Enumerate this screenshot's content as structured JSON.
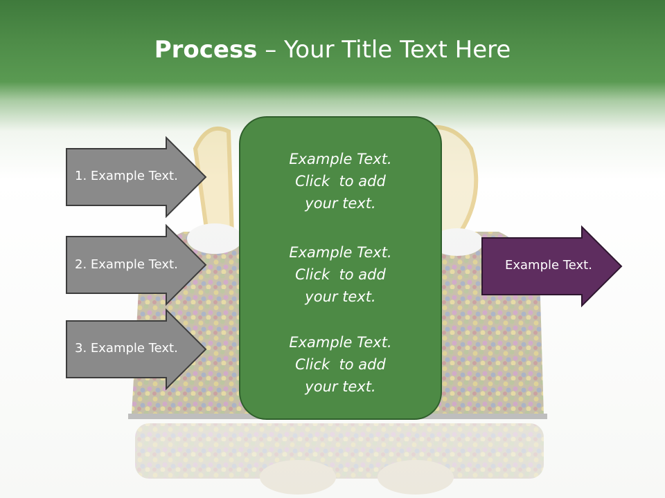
{
  "title": {
    "bold": "Process",
    "rest": " – Your Title Text Here"
  },
  "left_items": [
    {
      "label": "1. Example Text."
    },
    {
      "label": "2. Example Text."
    },
    {
      "label": "3. Example Text."
    }
  ],
  "center_blocks": [
    {
      "text": "Example Text.\nClick  to add\nyour text."
    },
    {
      "text": "Example Text.\nClick  to add\nyour text."
    },
    {
      "text": "Example Text.\nClick  to add\nyour text."
    }
  ],
  "right_item": {
    "label": "Example Text."
  },
  "colors": {
    "title_band": "#4e8c48",
    "left_arrow_fill": "#8a8a8a",
    "left_arrow_stroke": "#3c3c3c",
    "center_fill": "#4d8a45",
    "right_arrow_fill": "#5e2d5f"
  }
}
